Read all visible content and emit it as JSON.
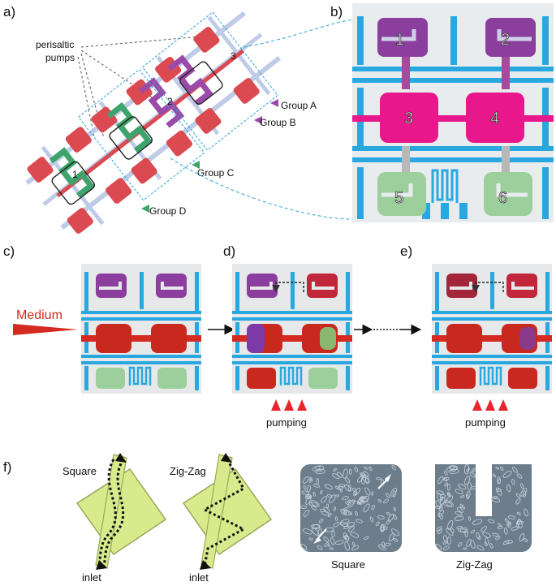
{
  "panels": {
    "a": "a)",
    "b": "b)",
    "c": "c)",
    "d": "d)",
    "e": "e)",
    "f": "f)"
  },
  "panel_a": {
    "pumps_label_line1": "perisaltic",
    "pumps_label_line2": "pumps",
    "groups": [
      "Group A",
      "Group B",
      "Group C",
      "Group D"
    ],
    "unit_numbers": [
      "1",
      "2",
      "3"
    ]
  },
  "panel_b": {
    "chambers": [
      "1",
      "2",
      "3",
      "4",
      "5",
      "6"
    ]
  },
  "panel_c": {
    "medium_label": "Medium"
  },
  "panel_d": {
    "pumping_label": "pumping"
  },
  "panel_e": {
    "pumping_label": "pumping"
  },
  "panel_f": {
    "square_label": "Square",
    "zigzag_label": "Zig-Zag",
    "inlet_label": "inlet",
    "photo_square_caption": "Square",
    "photo_zigzag_caption": "Zig-Zag"
  },
  "colors": {
    "chip_red": "#d9474f",
    "chip_magenta": "#e8188c",
    "chip_purple": "#8b3e9e",
    "chip_green": "#5fb37a",
    "channel_blue": "#29a8e0",
    "leader_blue": "#2aa3d8",
    "arrow_red": "#d42a20",
    "chamber_yellow": "#d8ea8c",
    "cell_gray": "#6d7d8c"
  }
}
